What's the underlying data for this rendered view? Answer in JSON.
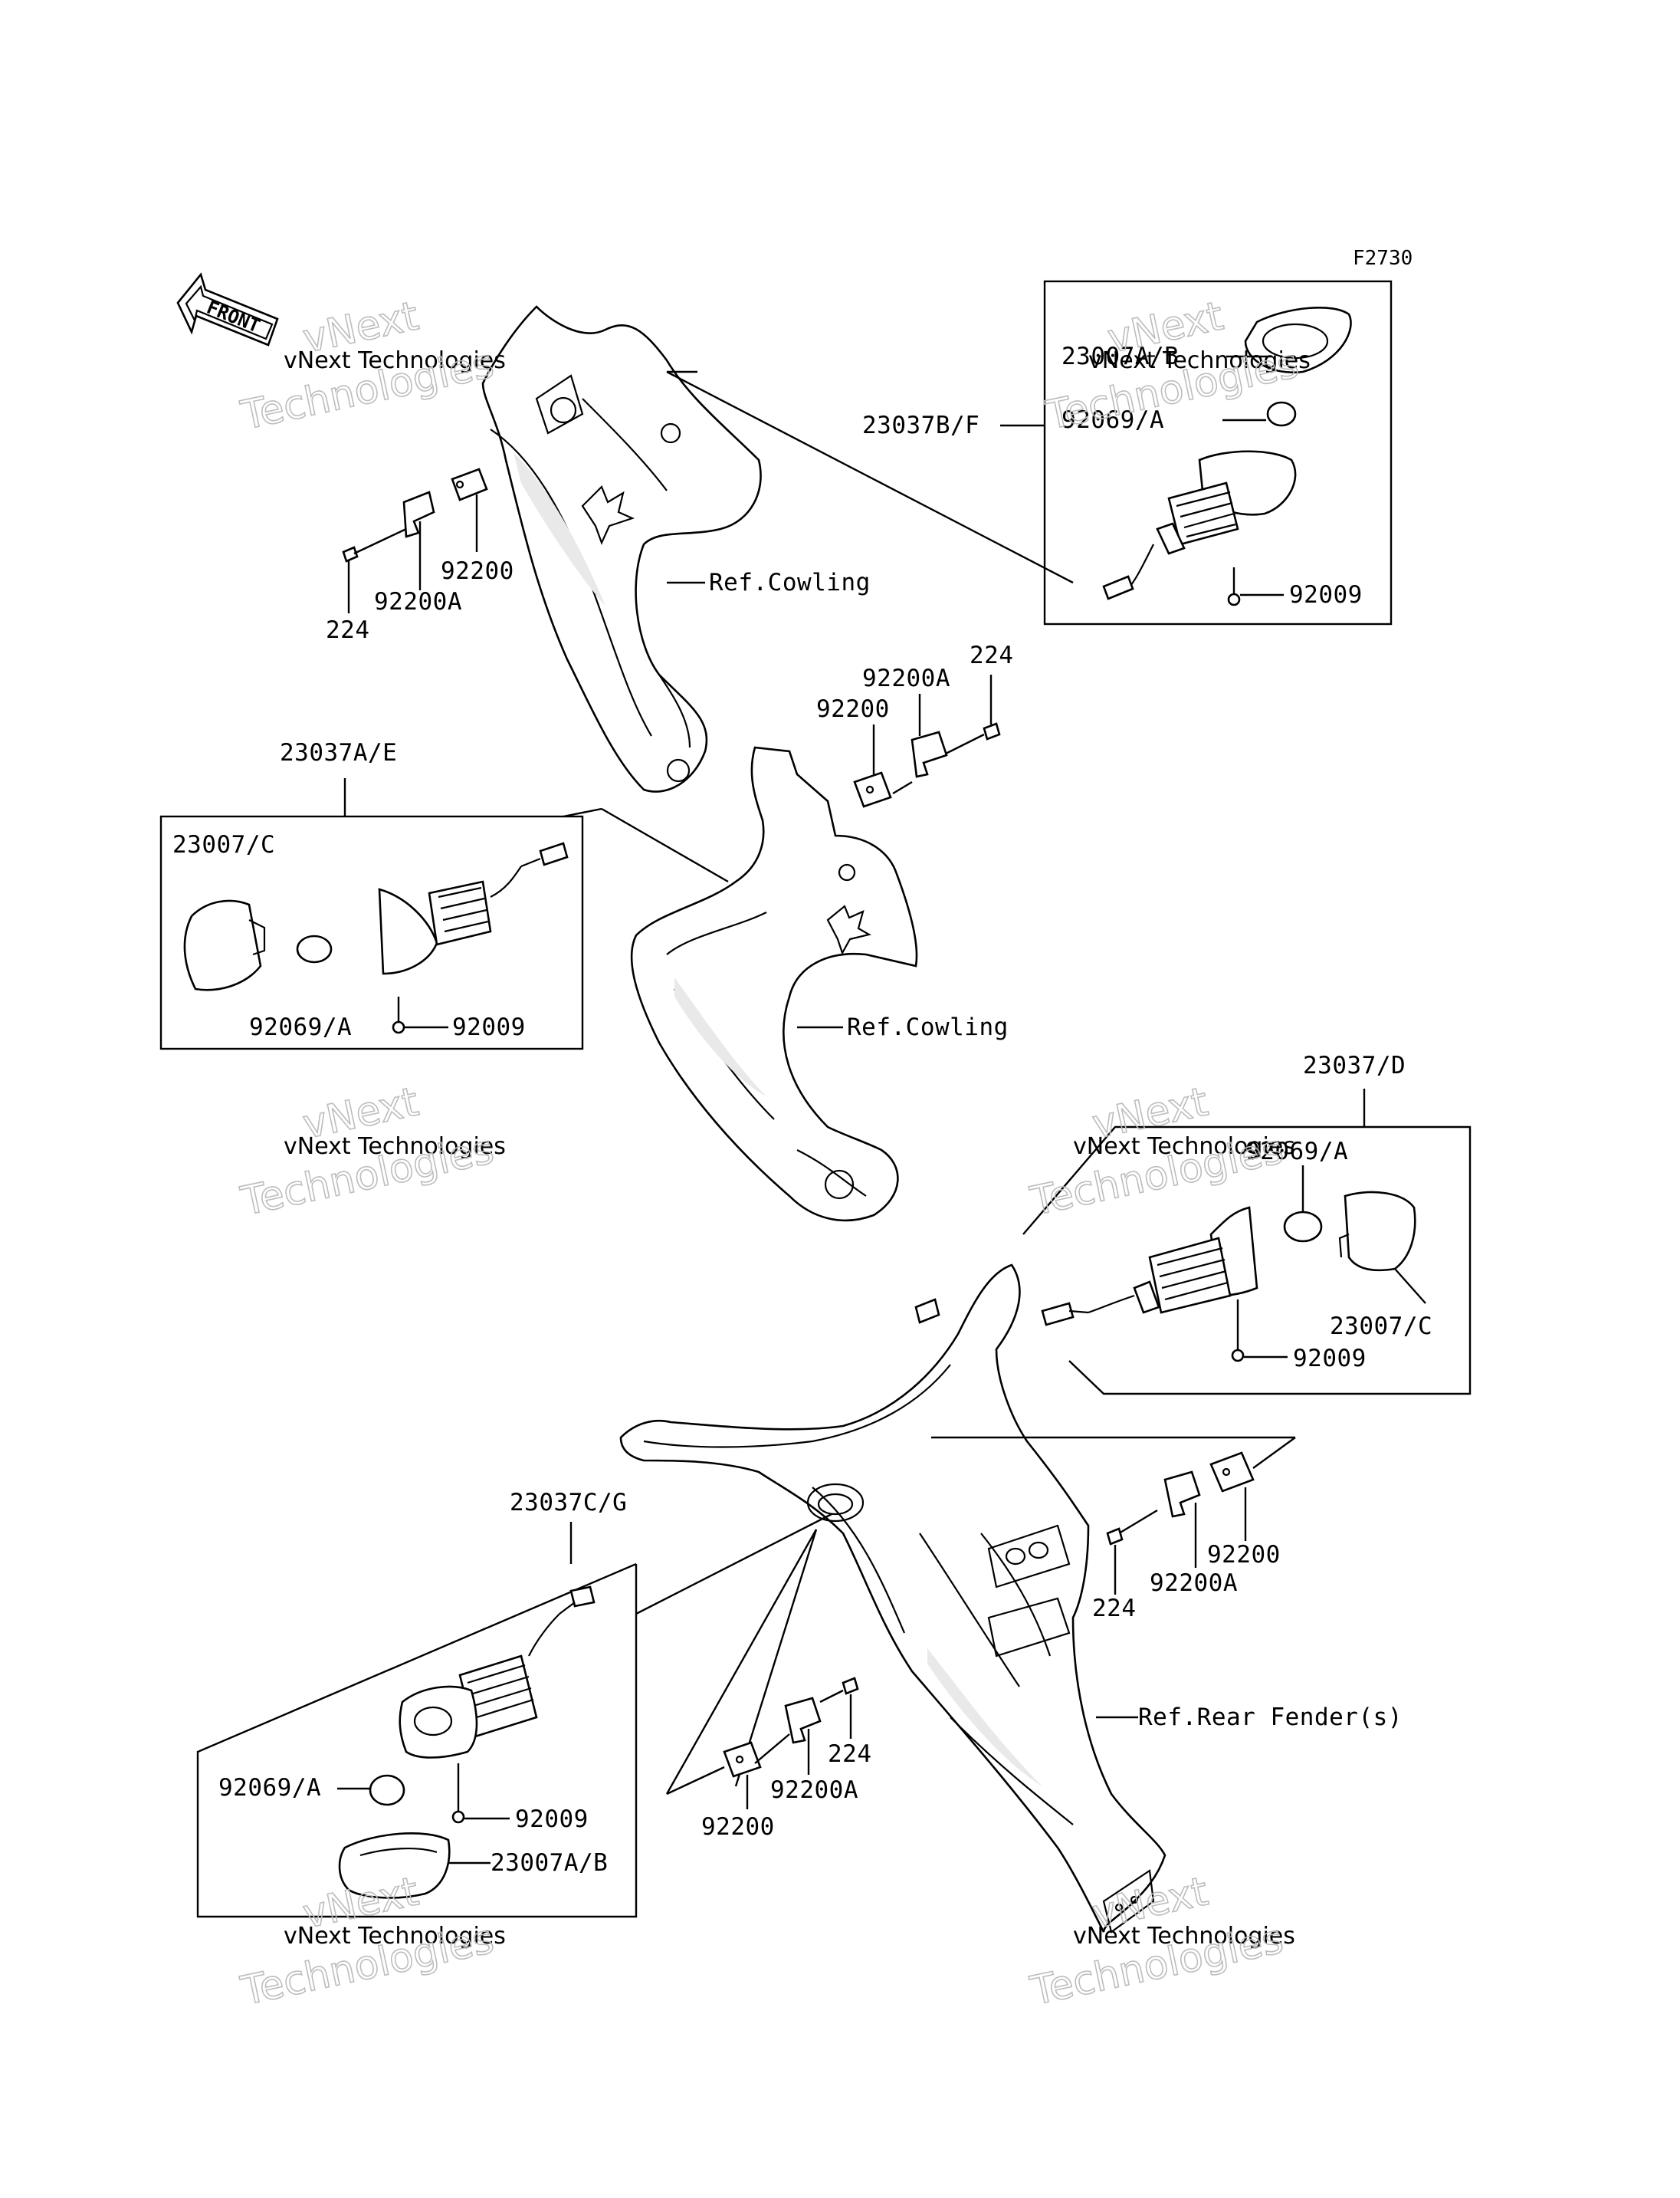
{
  "figure_code": "F2730",
  "front_label": "FRONT",
  "labels": {
    "ref_cowling_upper": "Ref.Cowling",
    "ref_cowling_lower": "Ref.Cowling",
    "ref_rear_fender": "Ref.Rear Fender(s)",
    "tl_92200": "92200",
    "tl_92200a": "92200A",
    "tl_224": "224",
    "tr_group": "23037B/F",
    "tr_23007": "23007A/B",
    "tr_92069": "92069/A",
    "tr_92009": "92009",
    "mid_224": "224",
    "mid_92200a": "92200A",
    "mid_92200": "92200",
    "left_group": "23037A/E",
    "left_23007": "23007/C",
    "left_92069": "92069/A",
    "left_92009": "92009",
    "right_group": "23037/D",
    "right_92069": "92069/A",
    "right_23007": "23007/C",
    "right_92009": "92009",
    "br_92200": "92200",
    "br_92200a": "92200A",
    "br_224": "224",
    "bl_group": "23037C/G",
    "bl_92069": "92069/A",
    "bl_92009": "92009",
    "bl_23007": "23007A/B",
    "bc_224": "224",
    "bc_92200a": "92200A",
    "bc_92200": "92200"
  },
  "watermark": {
    "line1": "vNext Technologies",
    "line2": "vNext",
    "line3": "Technologies"
  }
}
